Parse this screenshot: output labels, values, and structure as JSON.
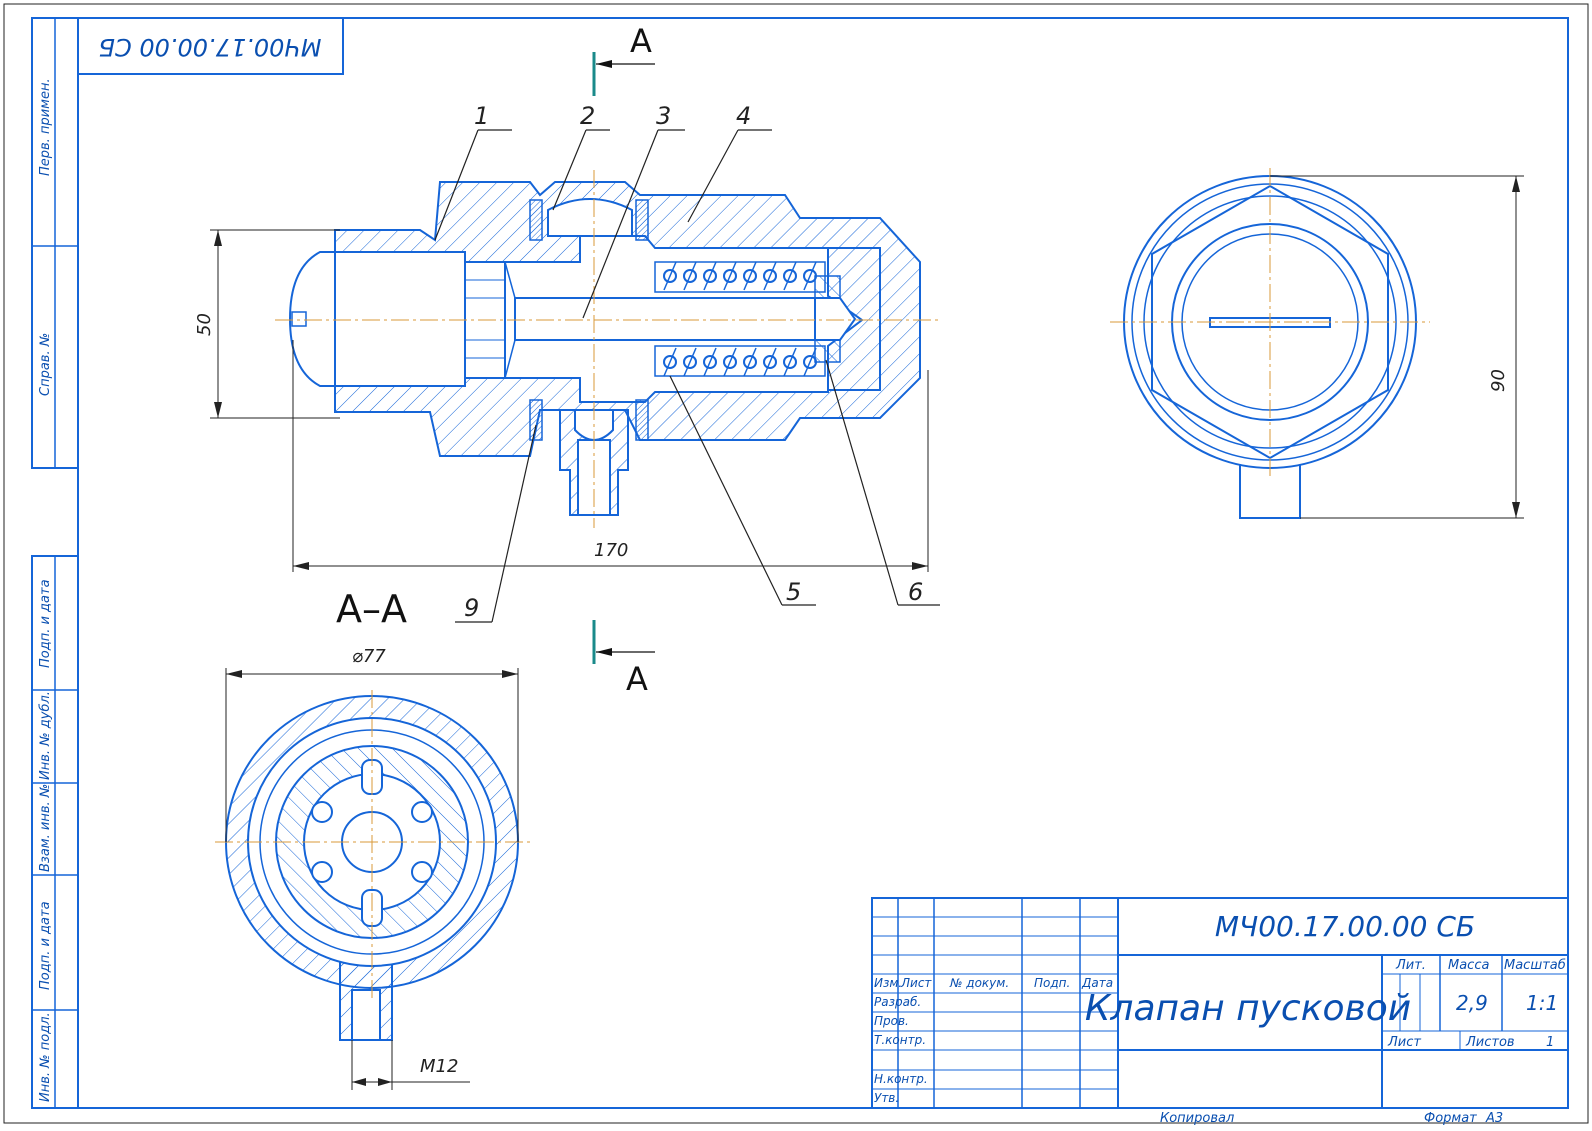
{
  "stamp": {
    "code_rotated": "МЧ00.17.00.00 СБ"
  },
  "side_columns": [
    "Перв. примен.",
    "Справ. №",
    "Подп. и дата",
    "Инв. № дубл.",
    "Взам. инв. №",
    "Подп. и дата",
    "Инв. № подл."
  ],
  "section": {
    "label": "А",
    "title": "А–А"
  },
  "callouts": [
    "1",
    "2",
    "3",
    "4",
    "5",
    "6",
    "9"
  ],
  "dimensions": {
    "height": "50",
    "length": "170",
    "diameter": "⌀77",
    "thread": "M12",
    "side": "90"
  },
  "title_block": {
    "code": "МЧ00.17.00.00 СБ",
    "title": "Клапан пусковой",
    "headers": {
      "izm": "Изм.",
      "list": "Лист",
      "doc": "№ докум.",
      "podp": "Подп.",
      "data": "Дата"
    },
    "rows": [
      "Разраб.",
      "Пров.",
      "Т.контр.",
      "Н.контр.",
      "Утв."
    ],
    "lit": "Лит.",
    "massa": "Масса",
    "masshtab": "Масштаб",
    "mass_value": "2,9",
    "scale_value": "1:1",
    "sheet": "Лист",
    "sheets": "Листов",
    "sheets_value": "1"
  },
  "footer": {
    "copied": "Копировал",
    "format": "Формат",
    "format_value": "А3"
  }
}
